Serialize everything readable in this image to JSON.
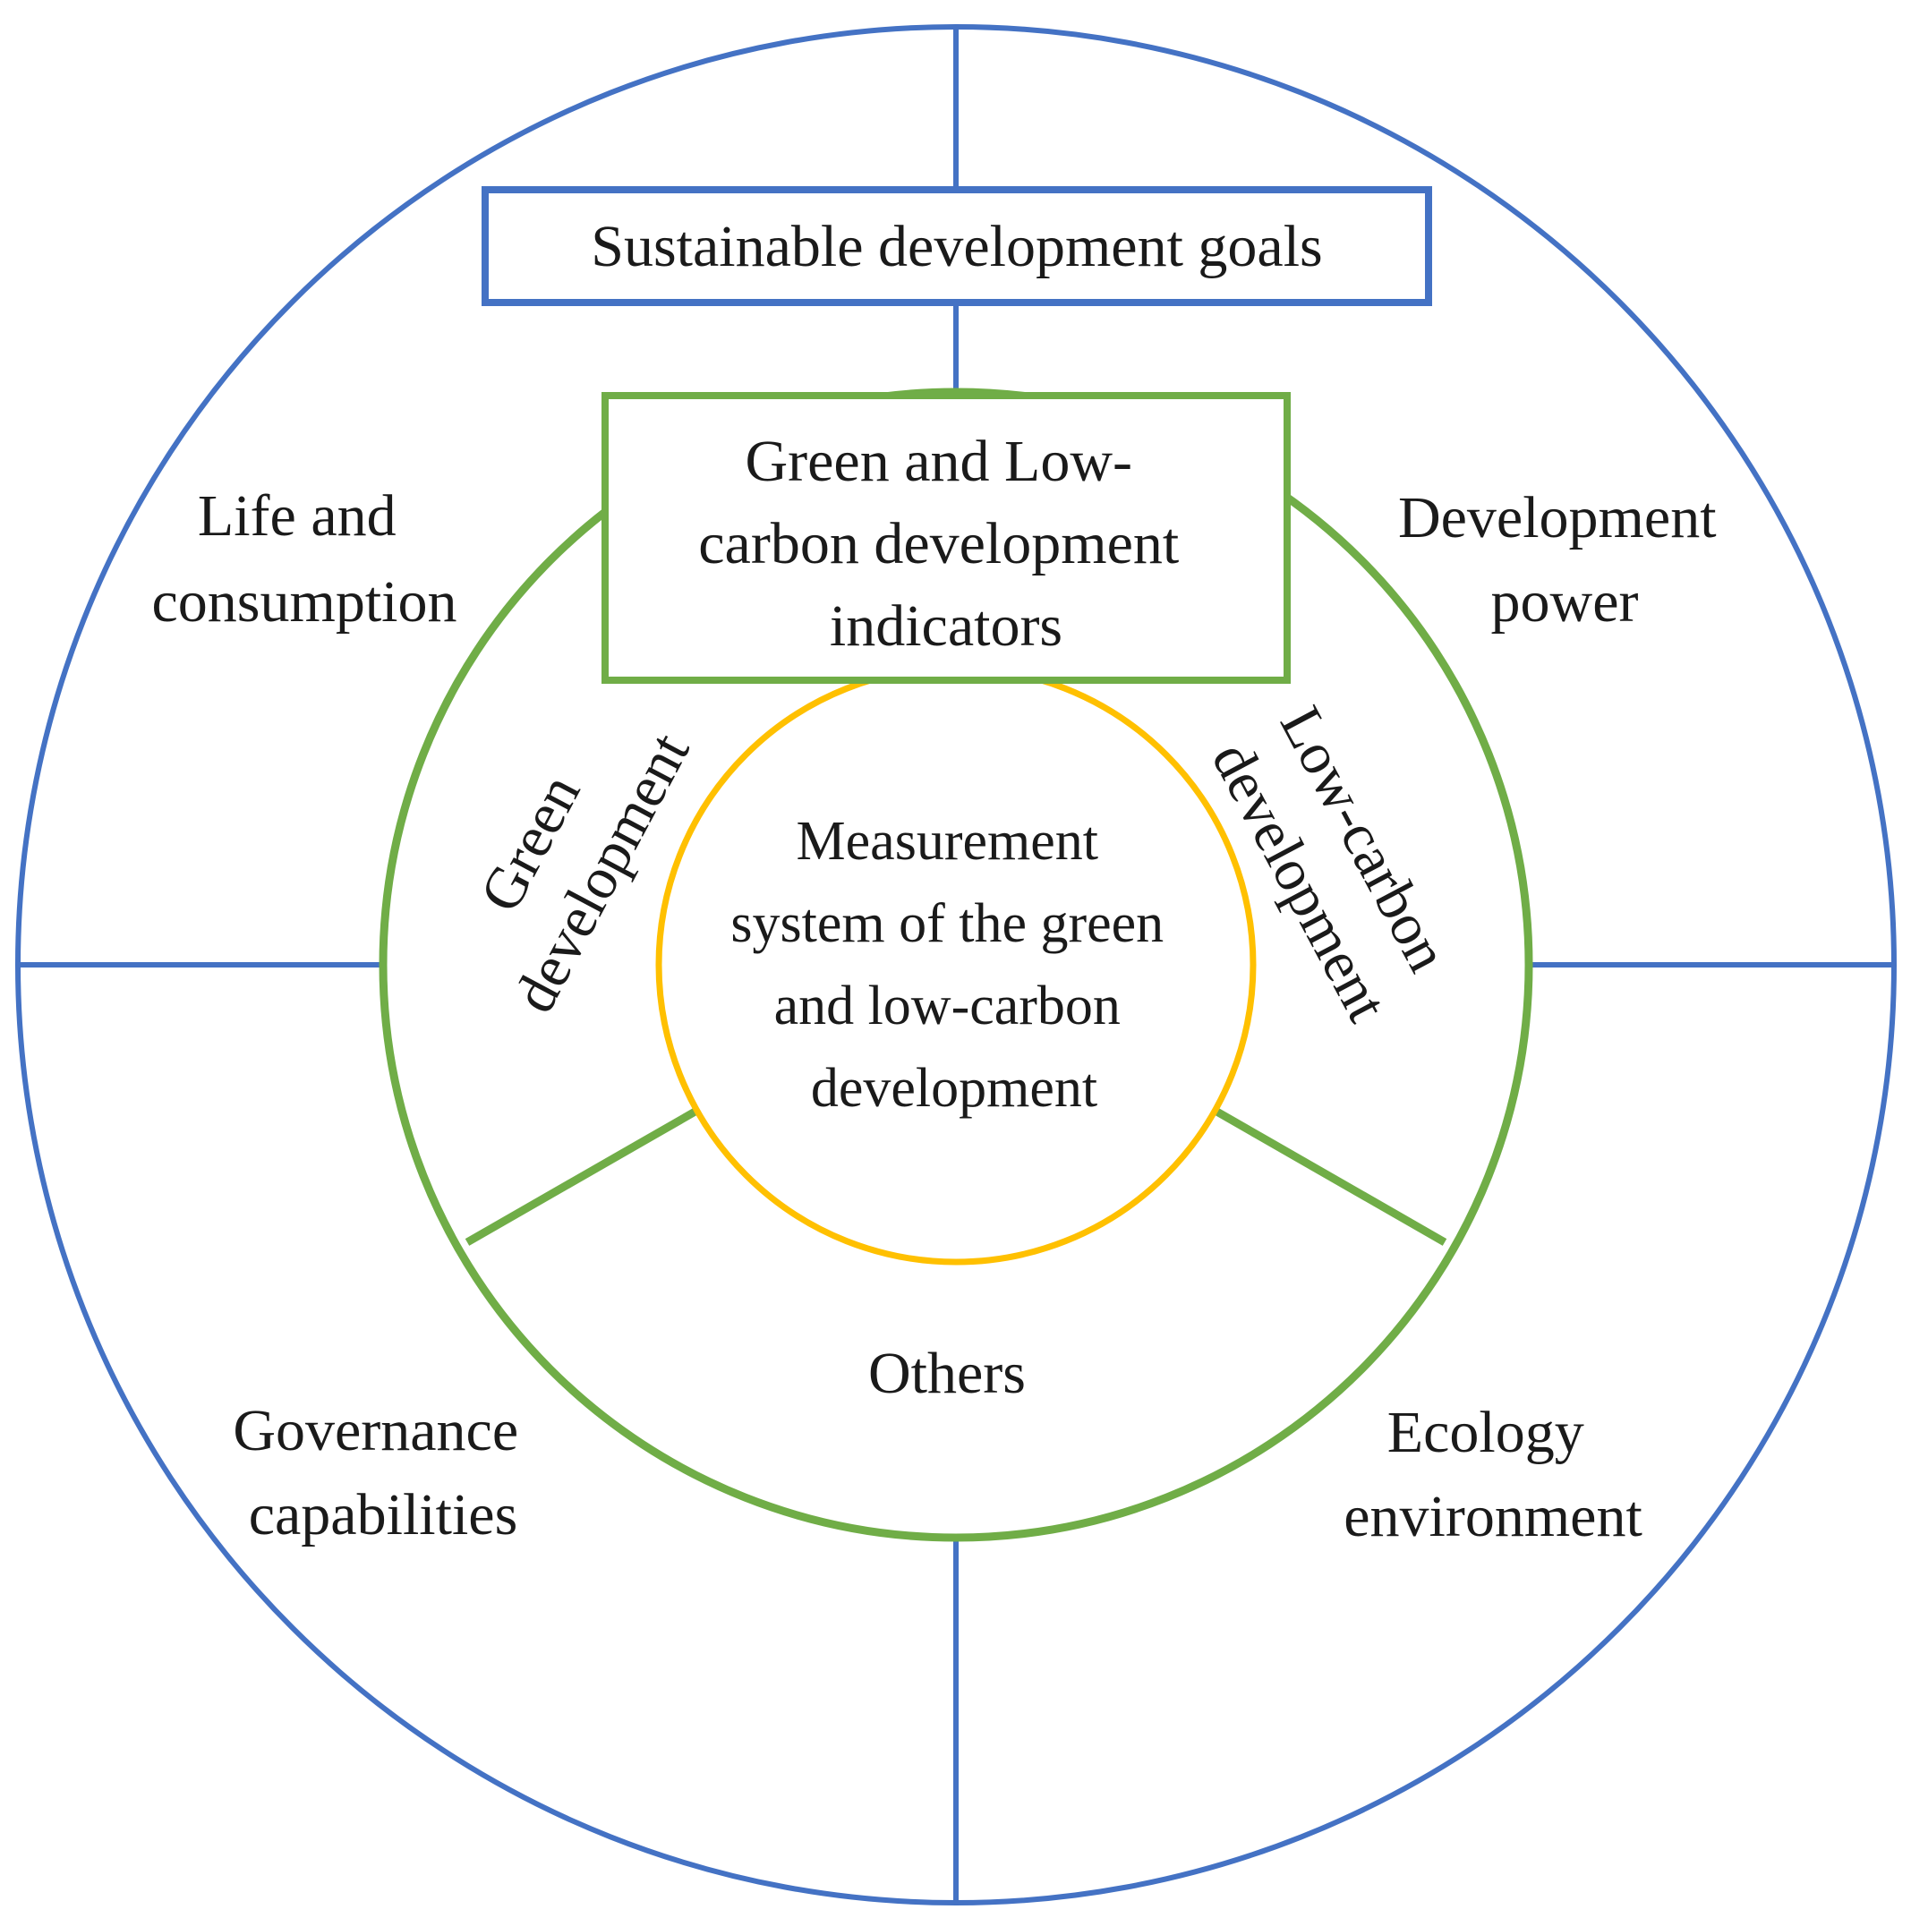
{
  "colors": {
    "outer": "#4472c4",
    "middle": "#70ad47",
    "inner": "#ffc000",
    "text": "#1a1a1a",
    "background": "#ffffff"
  },
  "sdg_box": {
    "text": "Sustainable development goals"
  },
  "indicators_box": {
    "lines": [
      "Green and Low-",
      "carbon development",
      "indicators"
    ]
  },
  "outer_sections": {
    "top_left": {
      "lines": [
        "Life and",
        "consumption"
      ]
    },
    "top_right": {
      "lines": [
        "Development",
        "power"
      ]
    },
    "bottom_left": {
      "lines": [
        "Governance",
        "capabilities"
      ]
    },
    "bottom_right": {
      "lines": [
        "Ecology",
        "environment"
      ]
    }
  },
  "middle_sections": {
    "left": {
      "lines": [
        "Green",
        "development"
      ]
    },
    "right": {
      "lines": [
        "Low-carbon",
        "development"
      ]
    },
    "bottom": {
      "text": "Others"
    }
  },
  "center": {
    "lines": [
      "Measurement",
      "system of the green",
      "and low-carbon",
      "development"
    ]
  }
}
